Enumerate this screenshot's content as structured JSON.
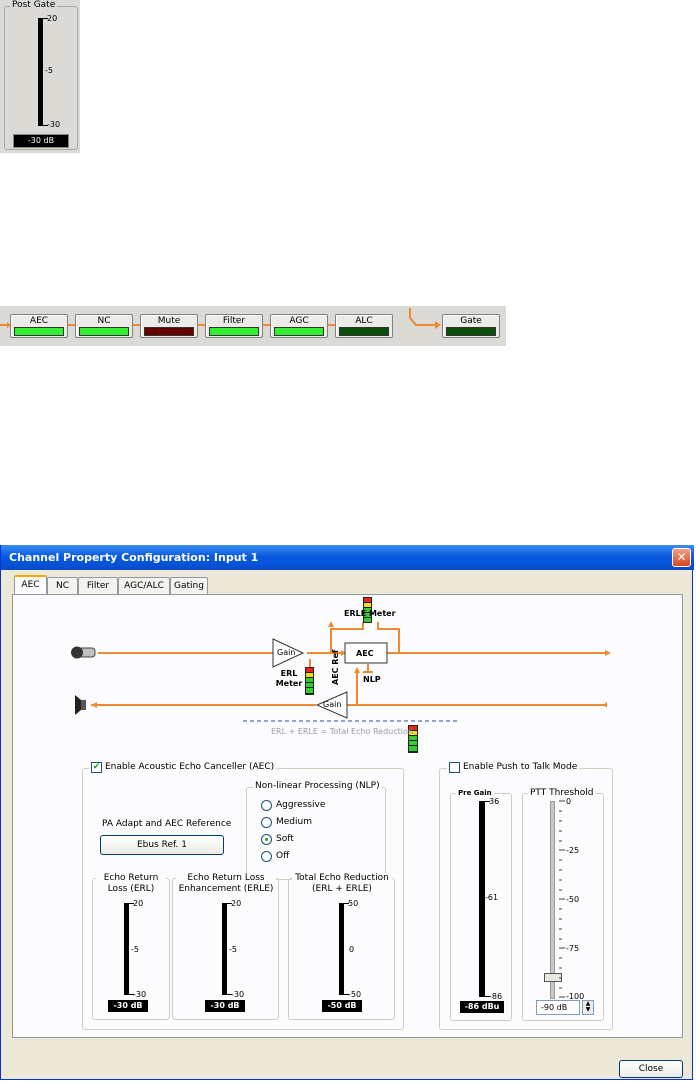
{
  "post_gate": {
    "title": "Post Gate",
    "ticks": [
      "20",
      "-5",
      "-30"
    ],
    "value": "-30 dB"
  },
  "chain": {
    "blocks": [
      {
        "label": "AEC",
        "color": "#33ee33"
      },
      {
        "label": "NC",
        "color": "#33ee33"
      },
      {
        "label": "Mute",
        "color": "#660000"
      },
      {
        "label": "Filter",
        "color": "#33ee33"
      },
      {
        "label": "AGC",
        "color": "#33ee33"
      },
      {
        "label": "ALC",
        "color": "#0b4d0b"
      },
      {
        "label": "Gate",
        "color": "#0b4d0b"
      }
    ]
  },
  "dialog": {
    "title": "Channel Property Configuration: Input 1",
    "tabs": [
      "AEC",
      "NC",
      "Filter",
      "AGC/ALC",
      "Gating"
    ],
    "active_tab": "AEC",
    "diagram": {
      "erle_meter": "ERLE Meter",
      "erl_meter": "ERL Meter",
      "gain": "Gain",
      "aec": "AEC",
      "nlp": "NLP",
      "aec_ref": "AEC Ref",
      "formula": "ERL + ERLE = Total Echo Reduction"
    },
    "aec": {
      "enable_label": "Enable Acoustic Echo Canceller (AEC)",
      "enabled": true,
      "pa_label": "PA Adapt and AEC Reference",
      "ref_button": "Ebus Ref. 1",
      "nlp": {
        "title": "Non-linear Processing (NLP)",
        "options": [
          "Aggressive",
          "Medium",
          "Soft",
          "Off"
        ],
        "selected": "Soft"
      },
      "meters": [
        {
          "title": "Echo Return Loss (ERL)",
          "ticks": [
            "20",
            "-5",
            "-30"
          ],
          "value": "-30 dB"
        },
        {
          "title": "Echo Return Loss Enhancement (ERLE)",
          "ticks": [
            "20",
            "-5",
            "-30"
          ],
          "value": "-30 dB"
        },
        {
          "title": "Total Echo Reduction (ERL + ERLE)",
          "ticks": [
            "50",
            "0",
            "-50"
          ],
          "value": "-50 dB"
        }
      ]
    },
    "ptt": {
      "enable_label": "Enable Push to Talk Mode",
      "enabled": false,
      "pre_gain": {
        "title": "Pre Gain",
        "ticks": [
          "36",
          "-61",
          "-86"
        ],
        "value": "-86 dBu"
      },
      "threshold": {
        "title": "PTT Threshold",
        "ticks": [
          "0",
          "-25",
          "-50",
          "-75",
          "-100"
        ],
        "value": "-90 dB",
        "level_db": -90
      }
    },
    "close_button": "Close"
  }
}
